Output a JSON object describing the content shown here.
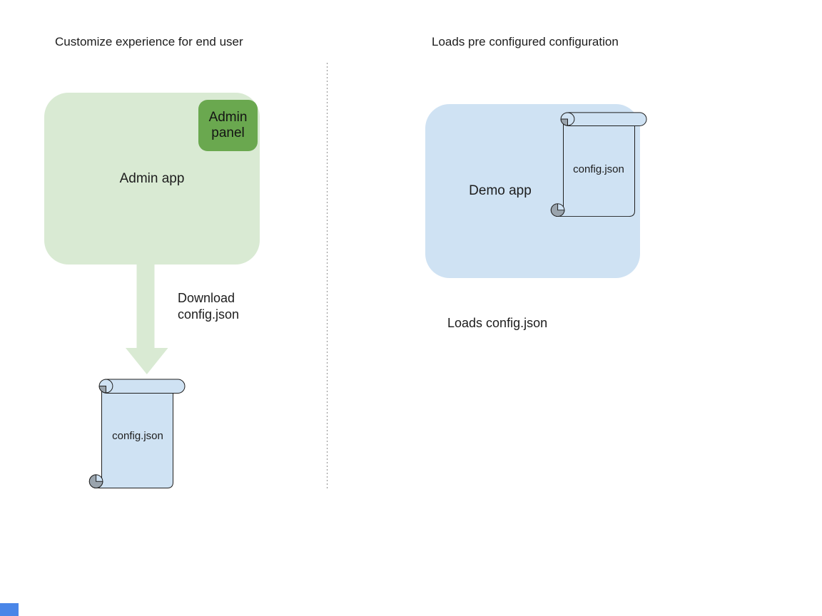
{
  "left_section": {
    "title": "Customize experience for end user",
    "admin_app_label": "Admin app",
    "admin_panel_label": "Admin panel",
    "arrow_caption": "Download\nconfig.json",
    "config_file_label": "config.json"
  },
  "right_section": {
    "title": "Loads pre configured configuration",
    "demo_app_label": "Demo app",
    "config_file_label": "config.json",
    "caption": "Loads config.json"
  },
  "icons": {
    "download_arrow": "down-arrow-icon",
    "config_scroll_left": "scroll-document-icon",
    "config_scroll_right": "scroll-document-icon"
  },
  "colors": {
    "admin_app_fill": "#d9ead3",
    "admin_panel_fill": "#6aa84f",
    "demo_app_fill": "#cfe2f3",
    "scroll_fill": "#cfe2f3",
    "scroll_curl_gray": "#9aa4ad",
    "arrow_fill": "#d9ead3",
    "outline": "#1f1f1f",
    "divider_gray": "#8f8f8f",
    "corner_marker_blue": "#4a86e8",
    "text": "#1d1d1d"
  }
}
